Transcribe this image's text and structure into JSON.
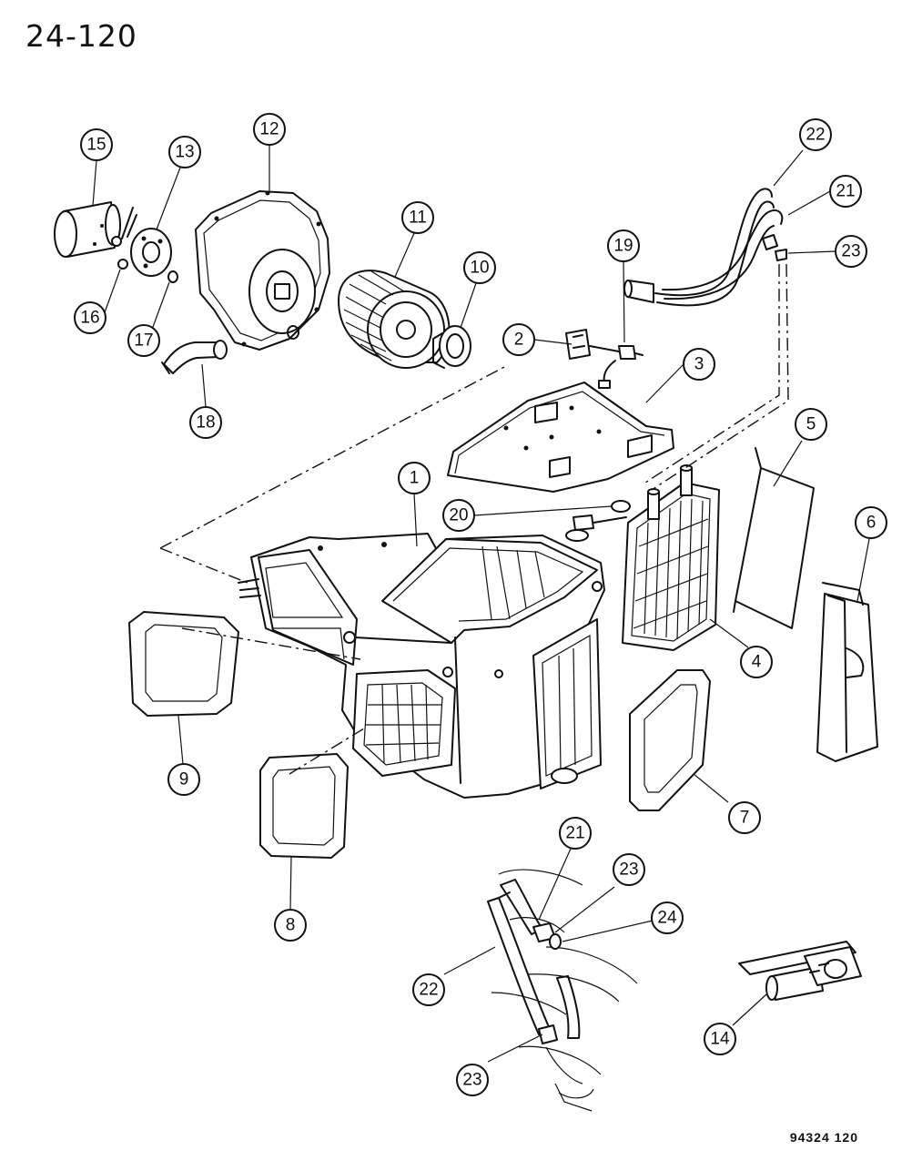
{
  "header": {
    "page_ref": "24-120"
  },
  "footer": {
    "diagram_code": "94324  120"
  },
  "callouts": [
    {
      "id": "c1",
      "label": "1"
    },
    {
      "id": "c2",
      "label": "2"
    },
    {
      "id": "c3",
      "label": "3"
    },
    {
      "id": "c4",
      "label": "4"
    },
    {
      "id": "c5",
      "label": "5"
    },
    {
      "id": "c6",
      "label": "6"
    },
    {
      "id": "c7",
      "label": "7"
    },
    {
      "id": "c8",
      "label": "8"
    },
    {
      "id": "c9",
      "label": "9"
    },
    {
      "id": "c10",
      "label": "10"
    },
    {
      "id": "c11",
      "label": "11"
    },
    {
      "id": "c12",
      "label": "12"
    },
    {
      "id": "c13",
      "label": "13"
    },
    {
      "id": "c14",
      "label": "14"
    },
    {
      "id": "c15",
      "label": "15"
    },
    {
      "id": "c16",
      "label": "16"
    },
    {
      "id": "c17",
      "label": "17"
    },
    {
      "id": "c18",
      "label": "18"
    },
    {
      "id": "c19",
      "label": "19"
    },
    {
      "id": "c20",
      "label": "20"
    },
    {
      "id": "c21a",
      "label": "21"
    },
    {
      "id": "c21b",
      "label": "21"
    },
    {
      "id": "c22a",
      "label": "22"
    },
    {
      "id": "c22b",
      "label": "22"
    },
    {
      "id": "c23a",
      "label": "23"
    },
    {
      "id": "c23b",
      "label": "23"
    },
    {
      "id": "c23c",
      "label": "23"
    },
    {
      "id": "c24",
      "label": "24"
    }
  ]
}
